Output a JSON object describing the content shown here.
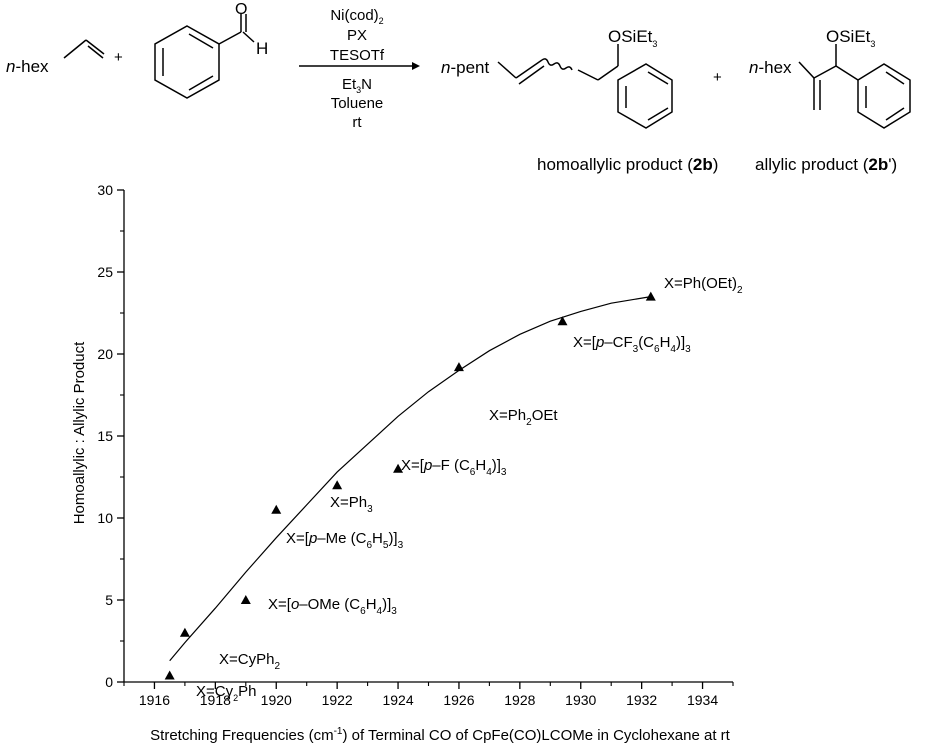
{
  "scheme": {
    "reactant1": "n-hex",
    "plus1": "+",
    "aldehyde_atom_o": "O",
    "aldehyde_atom_h": "H",
    "reagents_above": [
      "Ni(cod)2",
      "PX",
      "TESOTf"
    ],
    "reagents_below": [
      "Et3N",
      "Toluene",
      "rt"
    ],
    "product1_alkyl": "n-pent",
    "product1_group": "OSiEt3",
    "product1_label": "homoallylic product (2b)",
    "plus2": "+",
    "product2_alkyl": "n-hex",
    "product2_group": "OSiEt3",
    "product2_label": "allylic product (2b')"
  },
  "chart_data": {
    "type": "scatter",
    "title": "",
    "xlabel": "Stretching Frequencies (cm-1) of Terminal CO of CpFe(CO)LCOMe in Cyclohexane at rt",
    "ylabel": "Homoallylic : Allylic Product",
    "xlim": [
      1915,
      1935
    ],
    "ylim": [
      0,
      30
    ],
    "xticks": [
      1916,
      1918,
      1920,
      1922,
      1924,
      1926,
      1928,
      1930,
      1932,
      1934
    ],
    "yticks": [
      0,
      5,
      10,
      15,
      20,
      25,
      30
    ],
    "grid": false,
    "marker": "triangle",
    "color": "#000000",
    "points": [
      {
        "x": 1916.5,
        "y": 0.4,
        "label": "X=Cy2Ph"
      },
      {
        "x": 1917.0,
        "y": 3.0,
        "label": "X=CyPh2"
      },
      {
        "x": 1919.0,
        "y": 5.0,
        "label": "X=[o-OMe (C6H4)]3"
      },
      {
        "x": 1920.0,
        "y": 10.5,
        "label": "X=[p-Me (C6H5)]3"
      },
      {
        "x": 1922.0,
        "y": 12.0,
        "label": "X=Ph3"
      },
      {
        "x": 1924.0,
        "y": 13.0,
        "label": "X=[p-F (C6H4)]3"
      },
      {
        "x": 1926.0,
        "y": 19.2,
        "label": "X=Ph2OEt"
      },
      {
        "x": 1929.4,
        "y": 22.0,
        "label": "X=[p-CF3(C6H4)]3"
      },
      {
        "x": 1932.3,
        "y": 23.5,
        "label": "X=Ph(OEt)2"
      }
    ],
    "fit_curve": {
      "type": "polynomial",
      "x": [
        1916.5,
        1917,
        1918,
        1919,
        1920,
        1921,
        1922,
        1923,
        1924,
        1925,
        1926,
        1927,
        1928,
        1929,
        1930,
        1931,
        1932.3
      ],
      "y": [
        1.3,
        2.4,
        4.5,
        6.7,
        8.8,
        10.8,
        12.8,
        14.5,
        16.2,
        17.7,
        19.0,
        20.2,
        21.2,
        22.0,
        22.6,
        23.1,
        23.5
      ]
    }
  }
}
